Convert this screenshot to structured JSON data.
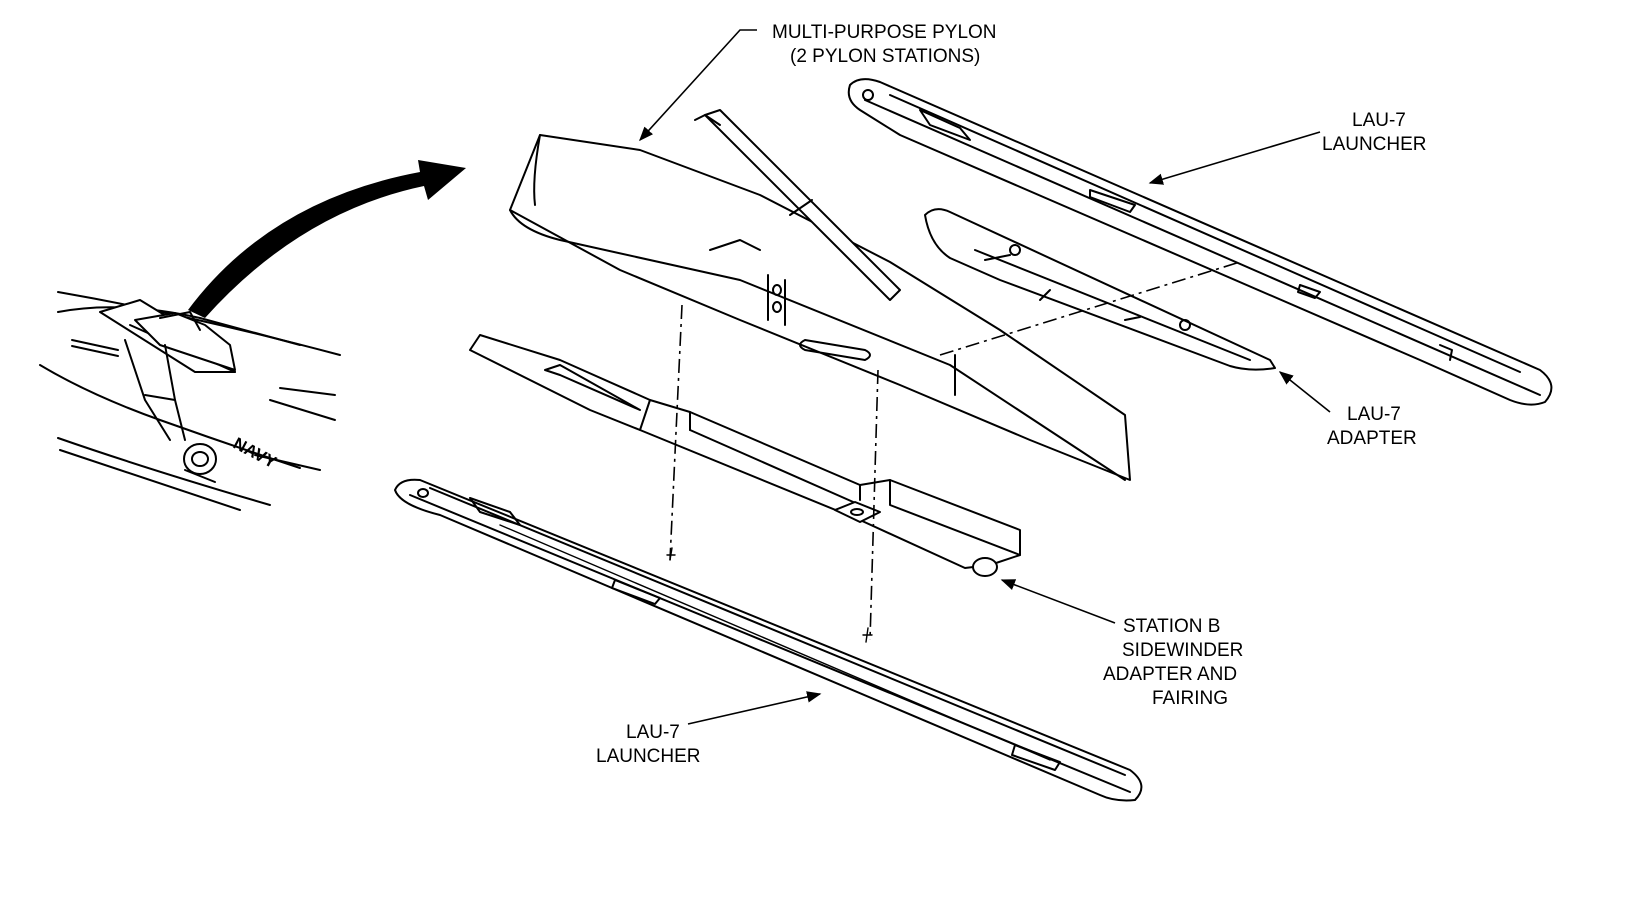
{
  "labels": {
    "pylon_line1": "MULTI-PURPOSE PYLON",
    "pylon_line2": "(2 PYLON STATIONS)",
    "launcher_top_line1": "LAU-7",
    "launcher_top_line2": "LAUNCHER",
    "adapter_line1": "LAU-7",
    "adapter_line2": "ADAPTER",
    "station_line1": "STATION B",
    "station_line2": "SIDEWINDER",
    "station_line3": "ADAPTER AND",
    "station_line4": "FAIRING",
    "launcher_bottom_line1": "LAU-7",
    "launcher_bottom_line2": "LAUNCHER",
    "navy_marking": "NAVY"
  }
}
